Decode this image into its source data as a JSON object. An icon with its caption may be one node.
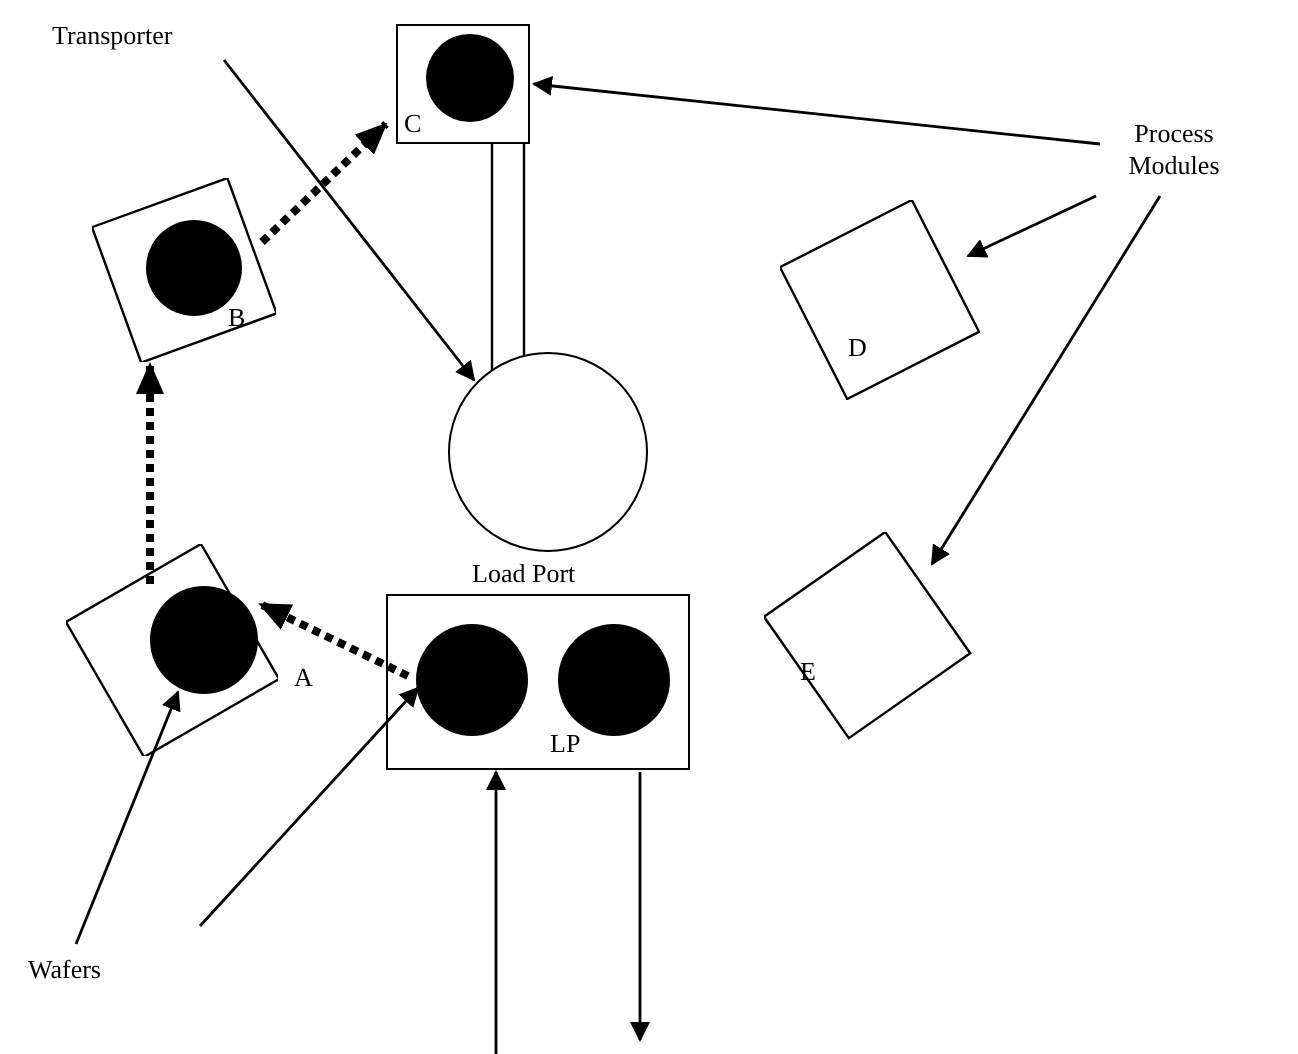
{
  "diagram": {
    "nodes": [
      {
        "text": [
          "Transporter"
        ]
      },
      {
        "text": [
          "C"
        ]
      },
      {
        "text": [],
        "shape": "circle",
        "in": 1
      },
      {
        "text": [
          "B"
        ]
      },
      {
        "text": [],
        "shape": "circle",
        "in": 3
      },
      {
        "text": [
          "Process Modules"
        ]
      },
      {
        "text": [
          "D"
        ]
      },
      {
        "text": [],
        "shape": "circle"
      },
      {
        "text": [
          "A"
        ]
      },
      {
        "text": [],
        "shape": "circle",
        "in": 8
      },
      {
        "text": [
          "E"
        ]
      },
      {
        "text": [
          "Load Port",
          "LP"
        ]
      },
      {
        "text": [],
        "shape": "circle",
        "in": 11
      },
      {
        "text": [],
        "shape": "circle",
        "in": 11
      },
      {
        "text": [
          "Wafers"
        ]
      }
    ],
    "edges": [
      {
        "from": 0,
        "to": 7,
        "arrow": "to"
      },
      {
        "from": 3,
        "to": 1,
        "arrow": "to",
        "style": "dashed"
      },
      {
        "from": 8,
        "to": 3,
        "arrow": "to",
        "style": "dashed"
      },
      {
        "from": 12,
        "to": 8,
        "arrow": "to",
        "style": "dashed"
      },
      {
        "from": 5,
        "to": 1,
        "arrow": "to"
      },
      {
        "from": 5,
        "to": 6,
        "arrow": "to"
      },
      {
        "from": 5,
        "to": 10,
        "arrow": "to"
      },
      {
        "from": 14,
        "to": 9,
        "arrow": "to"
      },
      {
        "from": 14,
        "to": 12,
        "arrow": "to"
      },
      {
        "from": null,
        "to": 11,
        "arrow": "to"
      },
      {
        "from": 11,
        "to": null,
        "arrow": "to"
      }
    ]
  }
}
